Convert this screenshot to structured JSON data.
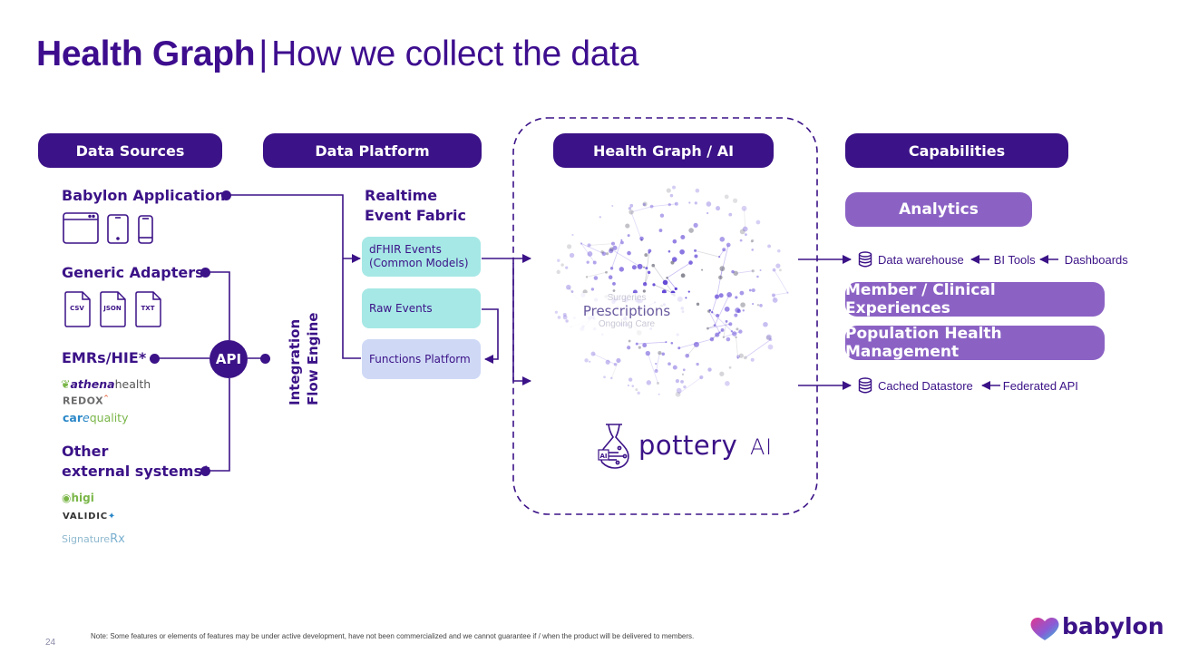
{
  "title": {
    "bold": "Health Graph",
    "separator": "|",
    "subtitle": "How we collect the data"
  },
  "columns": {
    "data_sources": "Data Sources",
    "data_platform": "Data Platform",
    "health_graph": "Health Graph / AI",
    "capabilities": "Capabilities"
  },
  "sources": {
    "babylon_app": "Babylon Application",
    "generic_adapters": "Generic Adapters",
    "file_types": [
      "CSV",
      "JSON",
      "TXT"
    ],
    "emrs": "EMRs/HIE*",
    "emr_partners": {
      "athena_a": "athena",
      "athena_b": "health",
      "redox": "REDOX",
      "care_a": "car",
      "care_e": "e",
      "care_b": "quality"
    },
    "other_line1": "Other",
    "other_line2": "external systems*",
    "other_partners": {
      "higi": "higi",
      "validic": "VALIDIC",
      "signature": "Signature",
      "rx": "Rx"
    },
    "api": "API"
  },
  "platform": {
    "flow_engine_line1": "Integration",
    "flow_engine_line2": "Flow Engine",
    "realtime_line1": "Realtime",
    "realtime_line2": "Event Fabric",
    "events": [
      {
        "line1": "dFHIR Events",
        "line2": "(Common Models)"
      },
      {
        "line1": "Raw Events"
      },
      {
        "line1": "Functions Platform"
      }
    ]
  },
  "health_graph": {
    "caption_top": "Surgeries",
    "caption_main": "Prescriptions",
    "caption_bottom": "Ongoing Care",
    "pottery": "pottery",
    "pottery_ai": "AI",
    "flask_label": "AI"
  },
  "capabilities": {
    "analytics": "Analytics",
    "warehouse_row": [
      "Data warehouse",
      "BI Tools",
      "Dashboards"
    ],
    "member": "Member / Clinical Experiences",
    "population": "Population Health Management",
    "datastore_row": [
      "Cached Datastore",
      "Federated API"
    ]
  },
  "footer": {
    "page_number": "24",
    "note": "Note: Some features or elements of features may be under active development, have not been commercialized and we cannot guarantee if / when the product will be delivered to members.",
    "brand": "babylon"
  },
  "colors": {
    "primary": "#3b1287",
    "capability": "#8b62c4",
    "teal": "#a6e8e6",
    "lavender": "#cfd9f6"
  }
}
